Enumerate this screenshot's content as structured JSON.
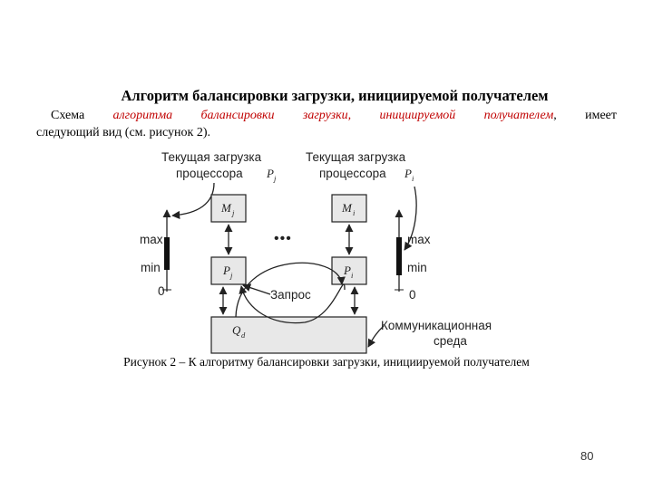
{
  "slide": {
    "title": "Алгоритм балансировки загрузки, инициируемой получателем",
    "paragraph": {
      "prefix": "Схема",
      "highlight": "алгоритма балансировки загрузки, инициируемой получателем",
      "suffix": ", имеет",
      "line2": "следующий вид (см. рисунок 2)."
    },
    "caption": "Рисунок 2 – К алгоритму балансировки загрузки, инициируемой получателем",
    "page_number": "80"
  },
  "diagram": {
    "load_label_left": [
      "Текущая загрузка",
      "процессора"
    ],
    "load_label_right": [
      "Текущая загрузка",
      "процессора"
    ],
    "P": "P",
    "M": "M",
    "Q": "Q",
    "sub_j": "j",
    "sub_i": "i",
    "sub_d": "d",
    "ellipsis": "•••",
    "max": "max",
    "min": "min",
    "zero": "0",
    "request_label": "Запрос",
    "comm_label": [
      "Коммуникационная",
      "среда"
    ]
  },
  "colors": {
    "highlight": "#c00000",
    "diagram": "#222222",
    "box_fill": "#e8e8e8"
  }
}
